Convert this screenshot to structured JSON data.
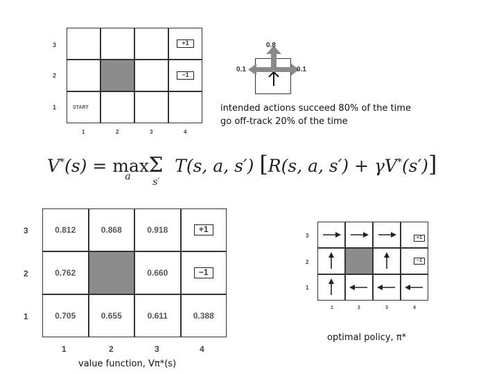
{
  "top_grid": {
    "row_labels": [
      "3",
      "2",
      "1"
    ],
    "col_labels": [
      "1",
      "2",
      "3",
      "4"
    ],
    "start_label": "START",
    "plus_label": "+1",
    "minus_label": "−1"
  },
  "noise_diagram": {
    "forward_prob": "0.8",
    "left_prob": "0.1",
    "right_prob": "0.1"
  },
  "noise_caption": {
    "line1": "intended actions succeed 80% of the time",
    "line2": "go off-track 20% of the time"
  },
  "bellman_equation": "V*(s) = max_a Σ_s' T(s, a, s') [R(s, a, s') + γV*(s')]",
  "value_grid": {
    "row_labels": [
      "3",
      "2",
      "1"
    ],
    "col_labels": [
      "1",
      "2",
      "3",
      "4"
    ],
    "rows": [
      [
        "0.812",
        "0.868",
        "0.918",
        "+1"
      ],
      [
        "0.762",
        "",
        "0.660",
        "−1"
      ],
      [
        "0.705",
        "0.655",
        "0.611",
        "0.388"
      ]
    ],
    "caption": "value function, Vπ*(s)"
  },
  "policy_grid": {
    "row_labels": [
      "3",
      "2",
      "1"
    ],
    "col_labels": [
      "1",
      "2",
      "3",
      "4"
    ],
    "plus_label": "+1",
    "minus_label": "−1",
    "caption": "optimal policy, π*"
  },
  "colors": {
    "blocked": "#8c8c8c",
    "grid_line": "#333333",
    "arrow": "#8a8a8a"
  }
}
